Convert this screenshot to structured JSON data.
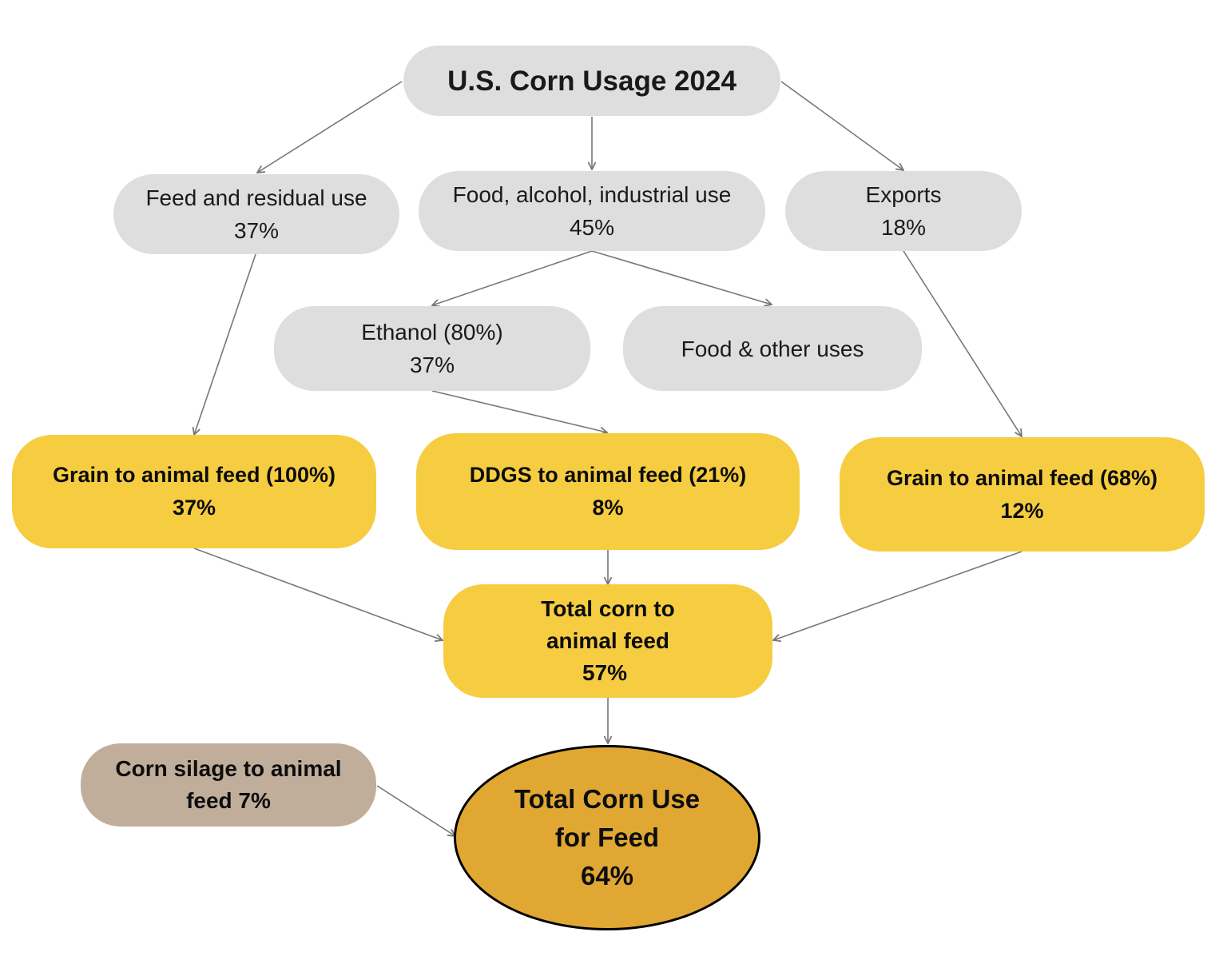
{
  "diagram": {
    "title": "U.S. Corn Usage 2024",
    "colors": {
      "gray_node": "#dedede",
      "yellow_node": "#f6cd40",
      "tan_node": "#c1ae9a",
      "final_node": "#e0a832",
      "edge": "#777777"
    },
    "nodes": {
      "feed_residual": {
        "label": "Feed and residual use",
        "value": "37%"
      },
      "food_alcohol_industrial": {
        "label": "Food, alcohol, industrial use",
        "value": "45%"
      },
      "exports": {
        "label": "Exports",
        "value": "18%"
      },
      "ethanol": {
        "label": "Ethanol (80%)",
        "value": "37%"
      },
      "food_other": {
        "label": "Food & other uses"
      },
      "grain_feed_100": {
        "label": "Grain to animal feed (100%)",
        "value": "37%"
      },
      "ddgs_feed": {
        "label": "DDGS to animal feed (21%)",
        "value": "8%"
      },
      "grain_feed_68": {
        "label": "Grain to animal feed (68%)",
        "value": "12%"
      },
      "total_corn_feed": {
        "line1": "Total corn to",
        "line2": "animal feed",
        "value": "57%"
      },
      "silage": {
        "line1": "Corn silage to animal",
        "line2": "feed 7%"
      },
      "total_use_feed": {
        "line1": "Total Corn Use",
        "line2": "for Feed",
        "value": "64%"
      }
    },
    "edges": [
      [
        "title",
        "feed_residual"
      ],
      [
        "title",
        "food_alcohol_industrial"
      ],
      [
        "title",
        "exports"
      ],
      [
        "food_alcohol_industrial",
        "ethanol"
      ],
      [
        "food_alcohol_industrial",
        "food_other"
      ],
      [
        "feed_residual",
        "grain_feed_100"
      ],
      [
        "ethanol",
        "ddgs_feed"
      ],
      [
        "exports",
        "grain_feed_68"
      ],
      [
        "grain_feed_100",
        "total_corn_feed"
      ],
      [
        "ddgs_feed",
        "total_corn_feed"
      ],
      [
        "grain_feed_68",
        "total_corn_feed"
      ],
      [
        "total_corn_feed",
        "total_use_feed"
      ],
      [
        "silage",
        "total_use_feed"
      ]
    ]
  }
}
